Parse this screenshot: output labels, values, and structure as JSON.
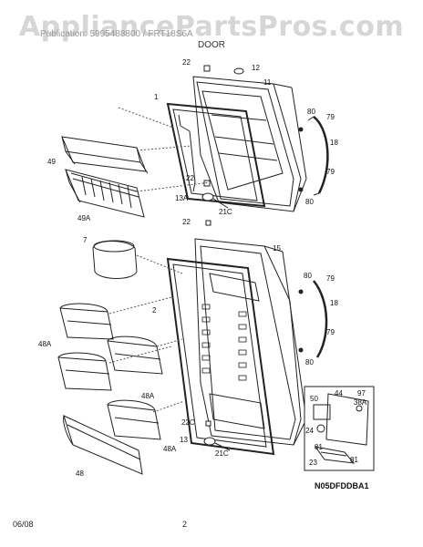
{
  "watermark": "AppliancePartsPros.com",
  "header": {
    "model": "Publication: 5995488800 / FRT18S6A",
    "section": "DOOR"
  },
  "callouts": {
    "c22_top": "22",
    "c12": "12",
    "c11": "11",
    "c1": "1",
    "c49": "49",
    "c80a": "80",
    "c79a": "79",
    "c18a": "18",
    "c79b": "79",
    "c80b": "80",
    "c22_mid": "22",
    "c13A": "13A",
    "c21C_a": "21C",
    "c49A": "49A",
    "c22_low": "22",
    "c7": "7",
    "c15": "15",
    "c2": "2",
    "c80c": "80",
    "c79c": "79",
    "c18b": "18",
    "c79d": "79",
    "c80d": "80",
    "c48A_a": "48A",
    "c48A_b": "48A",
    "c48A_c": "48A",
    "c48": "48",
    "c22C": "22C",
    "c13": "13",
    "c21C_b": "21C",
    "c44": "44",
    "c97": "97",
    "c50": "50",
    "c38A": "38A",
    "c24": "24",
    "c81a": "81",
    "c81b": "81",
    "c23": "23"
  },
  "ref_code": "N05DFDDBA1",
  "footer": {
    "date": "06/08",
    "page": "2"
  }
}
